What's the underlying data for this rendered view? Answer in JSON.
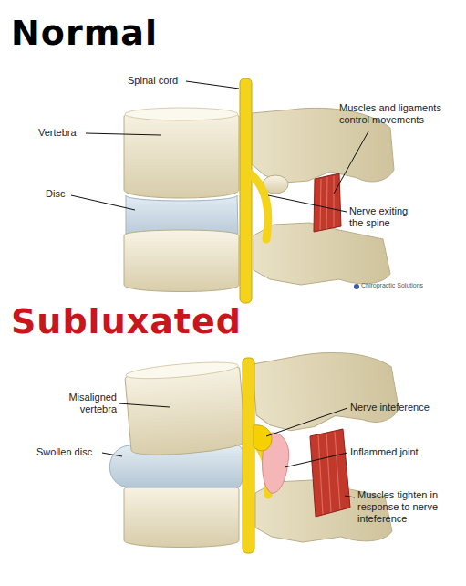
{
  "diagram": {
    "labels": [
      "Normal",
      "Spinal cord",
      "Muscles and ligaments control movements",
      "Vertebra",
      "Disc",
      "Nerve exiting the spine",
      "Chiropractic Solutions",
      "Subluxated",
      "Misaligned vertebra",
      "Nerve inteference",
      "Inflammed joint",
      "Swollen disc",
      "Muscles tighten in response to nerve inteference"
    ]
  }
}
